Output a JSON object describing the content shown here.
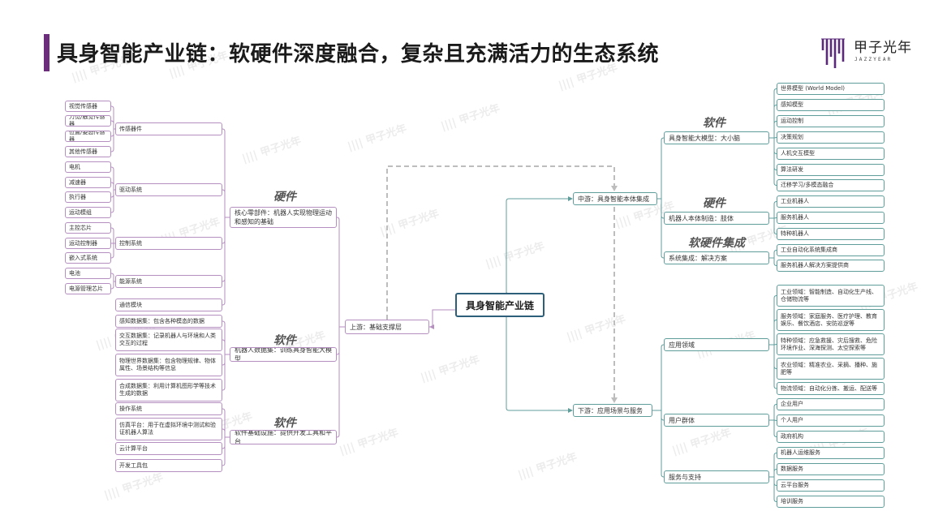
{
  "title": "具身智能产业链：软硬件深度融合，复杂且充满活力的生态系统",
  "brand": {
    "name": "甲子光年",
    "subtitle": "JAZZYEAR"
  },
  "watermark": "甲子光年",
  "root": {
    "label": "具身智能产业链"
  },
  "upstream": {
    "label": "上游：基础支撑层",
    "groups": [
      {
        "label": "核心零部件：机器人实现物理运动和感知的基础",
        "category": "硬件",
        "children": [
          {
            "label": "传感器件",
            "leaves": [
              "视觉传感器",
              "力觉/触觉传感器",
              "位置/姿态传感器",
              "其他传感器"
            ]
          },
          {
            "label": "驱动系统",
            "leaves": [
              "电机",
              "减速器",
              "执行器",
              "运动模组"
            ]
          },
          {
            "label": "控制系统",
            "leaves": [
              "主控芯片",
              "运动控制器",
              "嵌入式系统"
            ]
          },
          {
            "label": "能源系统",
            "leaves": [
              "电池",
              "电源管理芯片"
            ]
          },
          {
            "label": "通信模块",
            "leaves": []
          }
        ]
      },
      {
        "label": "机器人数据集：训练具身智能大模型",
        "category": "软件",
        "children": [
          {
            "label": "感知数据集：包含各种模态的数据",
            "leaves": []
          },
          {
            "label": "交互数据集：记录机器人与环境和人类交互的过程",
            "leaves": []
          },
          {
            "label": "物理世界数据集：包含物理规律、物体属性、场景结构等信息",
            "leaves": []
          },
          {
            "label": "合成数据集：利用计算机图形学等技术生成的数据",
            "leaves": []
          }
        ]
      },
      {
        "label": "软件基础设施：提供开发工具和平台",
        "category": "软件",
        "children": [
          {
            "label": "操作系统",
            "leaves": []
          },
          {
            "label": "仿真平台：用于在虚拟环境中测试和验证机器人算法",
            "leaves": []
          },
          {
            "label": "云计算平台",
            "leaves": []
          },
          {
            "label": "开发工具包",
            "leaves": []
          }
        ]
      }
    ]
  },
  "midstream": {
    "label": "中游：具身智能本体集成",
    "groups": [
      {
        "label": "具身智能大模型：大小脑",
        "category": "软件",
        "leaves": [
          "世界模型 (World Model)",
          "感知模型",
          "运动控制",
          "决策规划",
          "人机交互模型",
          "算法研发",
          "迁移学习/多模态融合"
        ]
      },
      {
        "label": "机器人本体制造：肢体",
        "category": "硬件",
        "leaves": [
          "工业机器人",
          "服务机器人",
          "特种机器人"
        ]
      },
      {
        "label": "系统集成：解决方案",
        "category": "软硬件集成",
        "leaves": [
          "工业自动化系统集成商",
          "服务机器人解决方案提供商"
        ]
      }
    ]
  },
  "downstream": {
    "label": "下游：应用场景与服务",
    "groups": [
      {
        "label": "应用领域",
        "leaves": [
          "工业领域：智能制造、自动化生产线、仓储物流等",
          "服务领域：家庭服务、医疗护理、教育娱乐、餐饮酒店、安防巡逻等",
          "特种领域：应急救援、灾后搜救、危险环境作业、深海探测、太空探索等",
          "农业领域：精准农业、采摘、播种、施肥等",
          "物流领域：自动化分拣、搬运、配送等"
        ]
      },
      {
        "label": "用户群体",
        "leaves": [
          "企业用户",
          "个人用户",
          "政府机构"
        ]
      },
      {
        "label": "服务与支持",
        "leaves": [
          "机器人运维服务",
          "数据服务",
          "云平台服务",
          "培训服务"
        ]
      }
    ]
  },
  "colors": {
    "purple": "#b48fbf",
    "teal": "#5f9d9b",
    "dashed": "#bdbdbd",
    "title_bar": "#6b2d7c",
    "root_border": "#2e5f7a"
  }
}
